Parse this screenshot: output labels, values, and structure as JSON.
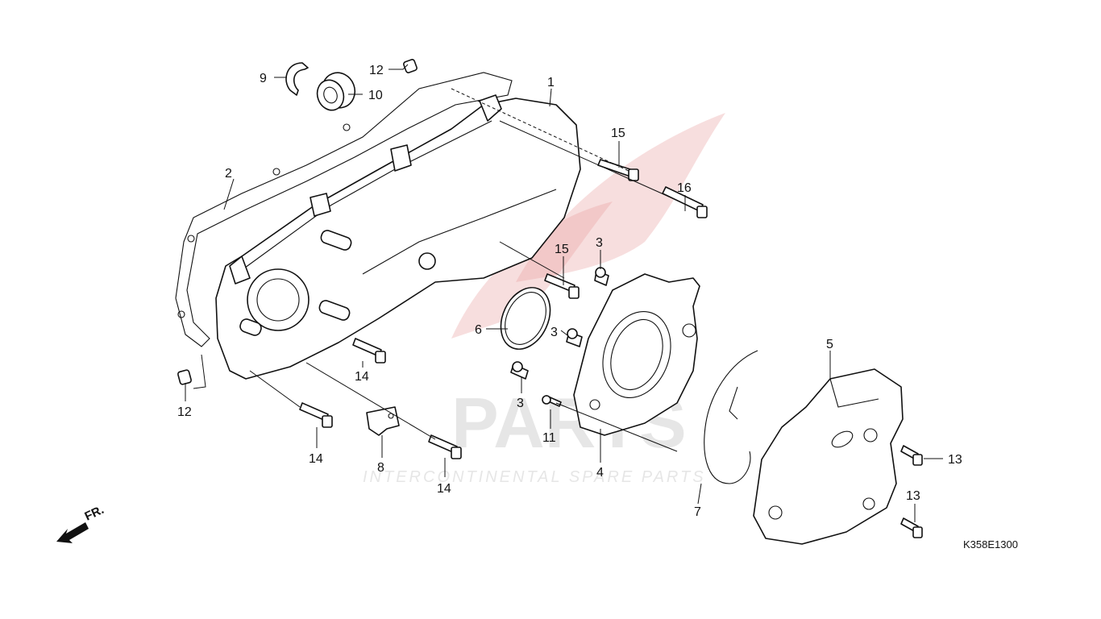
{
  "diagram": {
    "code": "K358E1300",
    "front_label": "FR.",
    "callouts": [
      {
        "id": "c1",
        "label": "1"
      },
      {
        "id": "c2",
        "label": "2"
      },
      {
        "id": "c3a",
        "label": "3"
      },
      {
        "id": "c3b",
        "label": "3"
      },
      {
        "id": "c3c",
        "label": "3"
      },
      {
        "id": "c4",
        "label": "4"
      },
      {
        "id": "c5",
        "label": "5"
      },
      {
        "id": "c6",
        "label": "6"
      },
      {
        "id": "c7",
        "label": "7"
      },
      {
        "id": "c8",
        "label": "8"
      },
      {
        "id": "c9",
        "label": "9"
      },
      {
        "id": "c10",
        "label": "10"
      },
      {
        "id": "c11",
        "label": "11"
      },
      {
        "id": "c12a",
        "label": "12"
      },
      {
        "id": "c12b",
        "label": "12"
      },
      {
        "id": "c13a",
        "label": "13"
      },
      {
        "id": "c13b",
        "label": "13"
      },
      {
        "id": "c14a",
        "label": "14"
      },
      {
        "id": "c14b",
        "label": "14"
      },
      {
        "id": "c14c",
        "label": "14"
      },
      {
        "id": "c15a",
        "label": "15"
      },
      {
        "id": "c15b",
        "label": "15"
      },
      {
        "id": "c16",
        "label": "16"
      }
    ]
  },
  "watermark": {
    "brand_text": "PARTS",
    "tagline": "INTERCONTINENTAL SPARE PARTS",
    "brand_color": "#e8a0a0",
    "text_color": "#b8b8b8"
  }
}
